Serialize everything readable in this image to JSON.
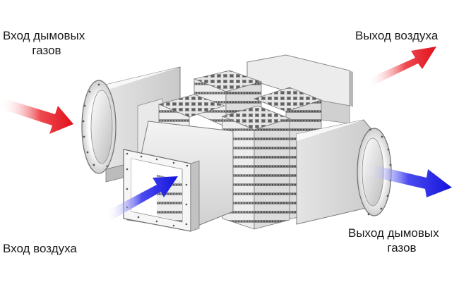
{
  "labels": {
    "flue_gas_in": [
      "Вход дымовых",
      "газов"
    ],
    "air_out": "Выход воздуха",
    "air_in": "Вход воздуха",
    "flue_gas_out": [
      "Выход дымовых",
      "газов"
    ]
  },
  "colors": {
    "hot_flow": "#e8101a",
    "cold_flow": "#1515e0",
    "metal_light": "#f2f2f2",
    "metal_mid": "#d6d6d6",
    "metal_dark": "#a9a9a9",
    "outline": "#777777"
  }
}
